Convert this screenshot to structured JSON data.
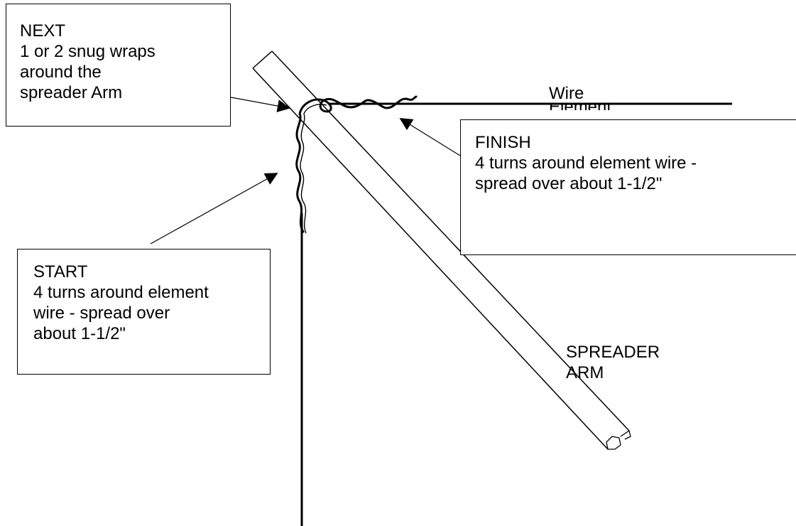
{
  "callouts": {
    "next": {
      "lines": [
        "NEXT",
        "1 or 2 snug wraps",
        "around the",
        "spreader Arm"
      ]
    },
    "finish": {
      "lines": [
        "FINISH",
        "4 turns around element wire -",
        "spread over about 1-1/2\""
      ]
    },
    "start": {
      "lines": [
        "START",
        "4 turns around element",
        "wire - spread over",
        "about 1-1/2\""
      ]
    }
  },
  "labels": {
    "wire_element": [
      "Wire",
      "Element"
    ],
    "spreader_arm": [
      "SPREADER",
      "ARM"
    ]
  }
}
